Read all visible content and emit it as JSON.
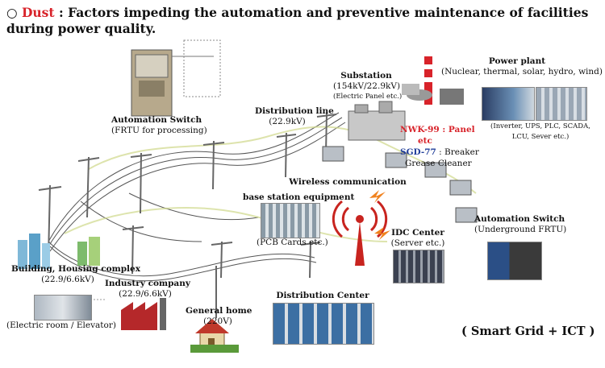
{
  "title": {
    "symbol": "○",
    "keyword": "Dust",
    "text": ": Factors impeding the automation and preventive maintenance of facilities during power quality."
  },
  "labels": {
    "automation_switch_top": {
      "name": "Automation Switch",
      "sub": "(FRTU for processing)"
    },
    "distribution_line": {
      "name": "Distribution line",
      "sub": "(22.9kV)"
    },
    "substation": {
      "name": "Substation",
      "sub": "(154kV/22.9kV)",
      "note": "(Electric Panel etc.)"
    },
    "power_plant": {
      "name": "Power plant",
      "sub": "(Nuclear, thermal, solar, hydro, wind)",
      "note1": "(Inverter, UPS, PLC, SCADA,",
      "note2": "LCU, Sever etc.)"
    },
    "products": {
      "nwk": "NWK-99 : Panel",
      "nwk2": "etc",
      "sgd": "SGD-77",
      "sgd_rest": " : Breaker",
      "sgd2": "Grease Cleaner"
    },
    "wireless": {
      "name": "Wireless communication"
    },
    "base_station": {
      "name": "base station equipment",
      "sub": "(PCB Cards etc.)"
    },
    "idc": {
      "name": "IDC Center",
      "sub": "(Server etc.)"
    },
    "automation_switch_bottom": {
      "name": "Automation Switch",
      "sub": "(Underground FRTU)"
    },
    "building": {
      "name": "Building, Housing complex",
      "sub": "(22.9/6.6kV)",
      "note": "(Electric room / Elevator)"
    },
    "industry": {
      "name": "Industry company",
      "sub": "(22.9/6.6kV)"
    },
    "general_home": {
      "name": "General home",
      "sub": "(220V)"
    },
    "distribution_center": {
      "name": "Distribution Center"
    },
    "footer": "( Smart Grid + ICT )"
  },
  "colors": {
    "accent_red": "#d8232a",
    "accent_blue": "#1f3d99"
  }
}
